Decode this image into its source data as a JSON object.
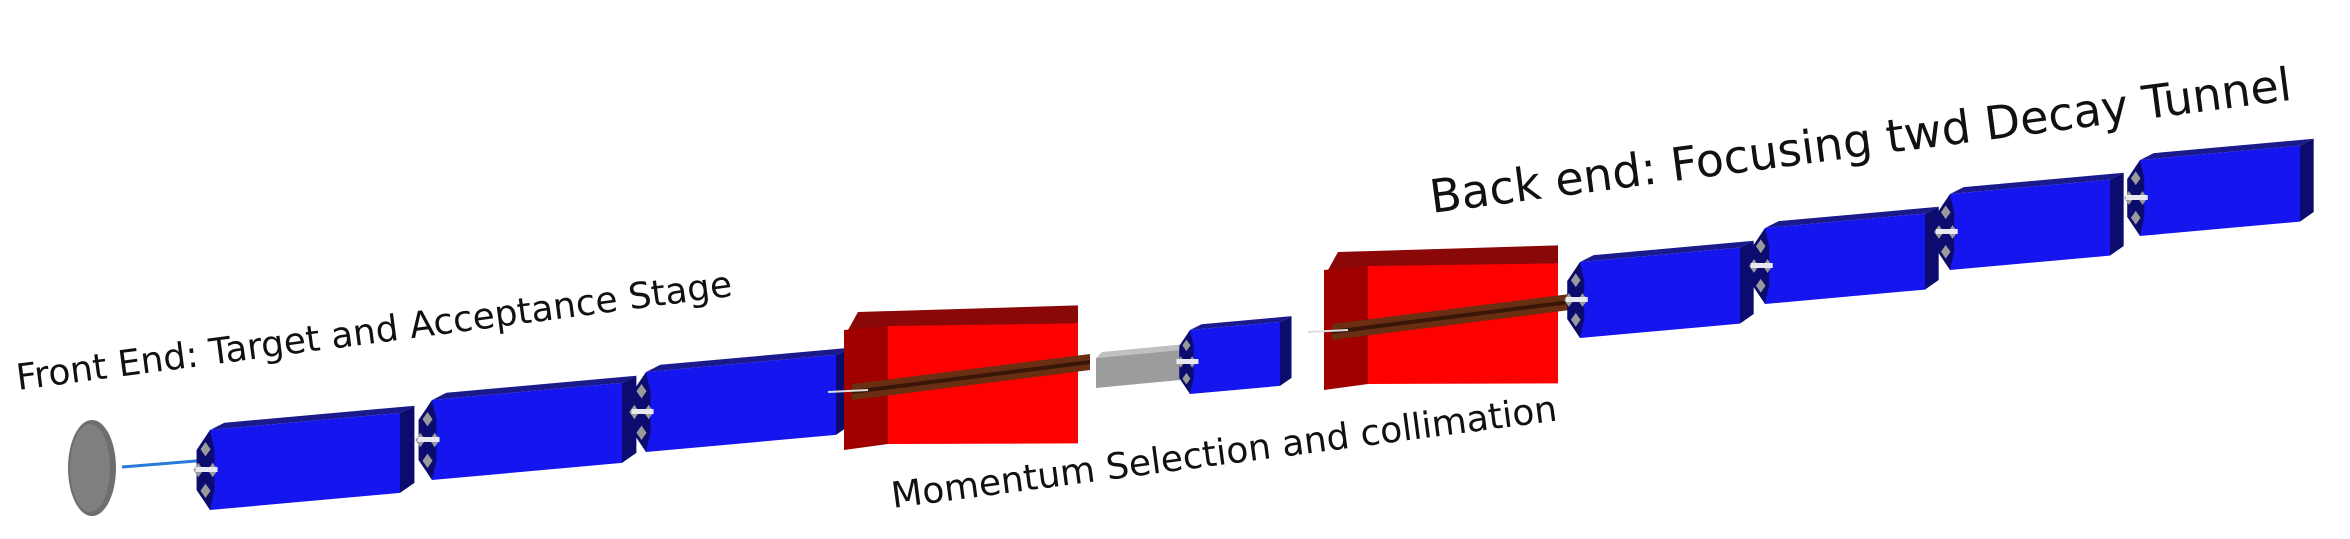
{
  "labels": {
    "front": "Front End: Target and Acceptance Stage",
    "momentum": "Momentum Selection and collimation",
    "back": "Back end: Focusing twd Decay Tunnel"
  },
  "colors": {
    "quad_top": "#1a1a8c",
    "quad_front": "#1515f0",
    "quad_end": "#0c0c6e",
    "dipole_top": "#8a0808",
    "dipole_face": "#ff0000",
    "dipole_side": "#a00000",
    "slot": "#6a2e12",
    "target": "#7a7a7a",
    "beam": "#2a7ad8"
  },
  "components": [
    {
      "type": "target",
      "name": "target-disk"
    },
    {
      "type": "quadrupole",
      "stage": "front"
    },
    {
      "type": "quadrupole",
      "stage": "front"
    },
    {
      "type": "quadrupole",
      "stage": "front"
    },
    {
      "type": "dipole",
      "stage": "momentum"
    },
    {
      "type": "collimator",
      "stage": "momentum"
    },
    {
      "type": "quadrupole",
      "stage": "momentum"
    },
    {
      "type": "dipole",
      "stage": "momentum"
    },
    {
      "type": "quadrupole",
      "stage": "back"
    },
    {
      "type": "quadrupole",
      "stage": "back"
    },
    {
      "type": "quadrupole",
      "stage": "back"
    },
    {
      "type": "quadrupole",
      "stage": "back"
    }
  ]
}
